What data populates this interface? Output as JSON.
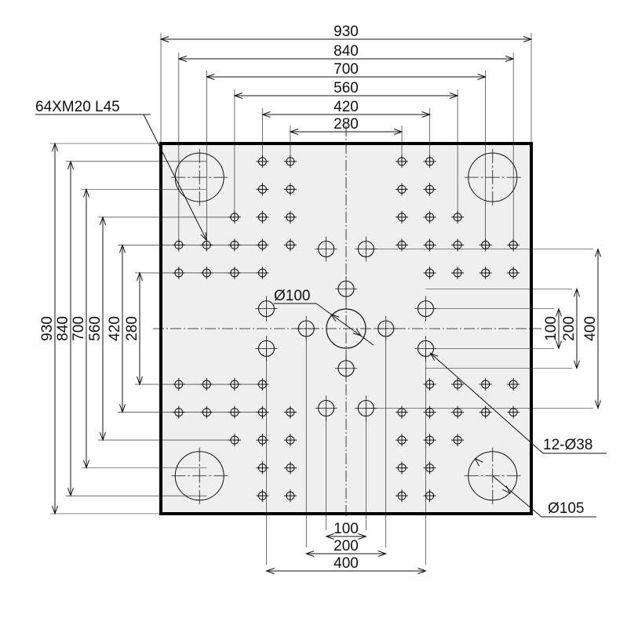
{
  "drawing": {
    "horizontal_dims_top": [
      "930",
      "840",
      "700",
      "560",
      "420",
      "280"
    ],
    "vertical_dims_left": [
      "930",
      "840",
      "700",
      "560",
      "420",
      "280"
    ],
    "vertical_dims_right": [
      "100",
      "200",
      "400"
    ],
    "horizontal_dims_bottom": [
      "100",
      "200",
      "400"
    ],
    "callouts": {
      "tapped_holes": "64XM20 L45",
      "center_hole": "Ø100",
      "ejector_holes": "12-Ø38",
      "corner_holes": "Ø105"
    },
    "colors": {
      "plate_fill": "#efefef",
      "line": "#111111"
    }
  }
}
